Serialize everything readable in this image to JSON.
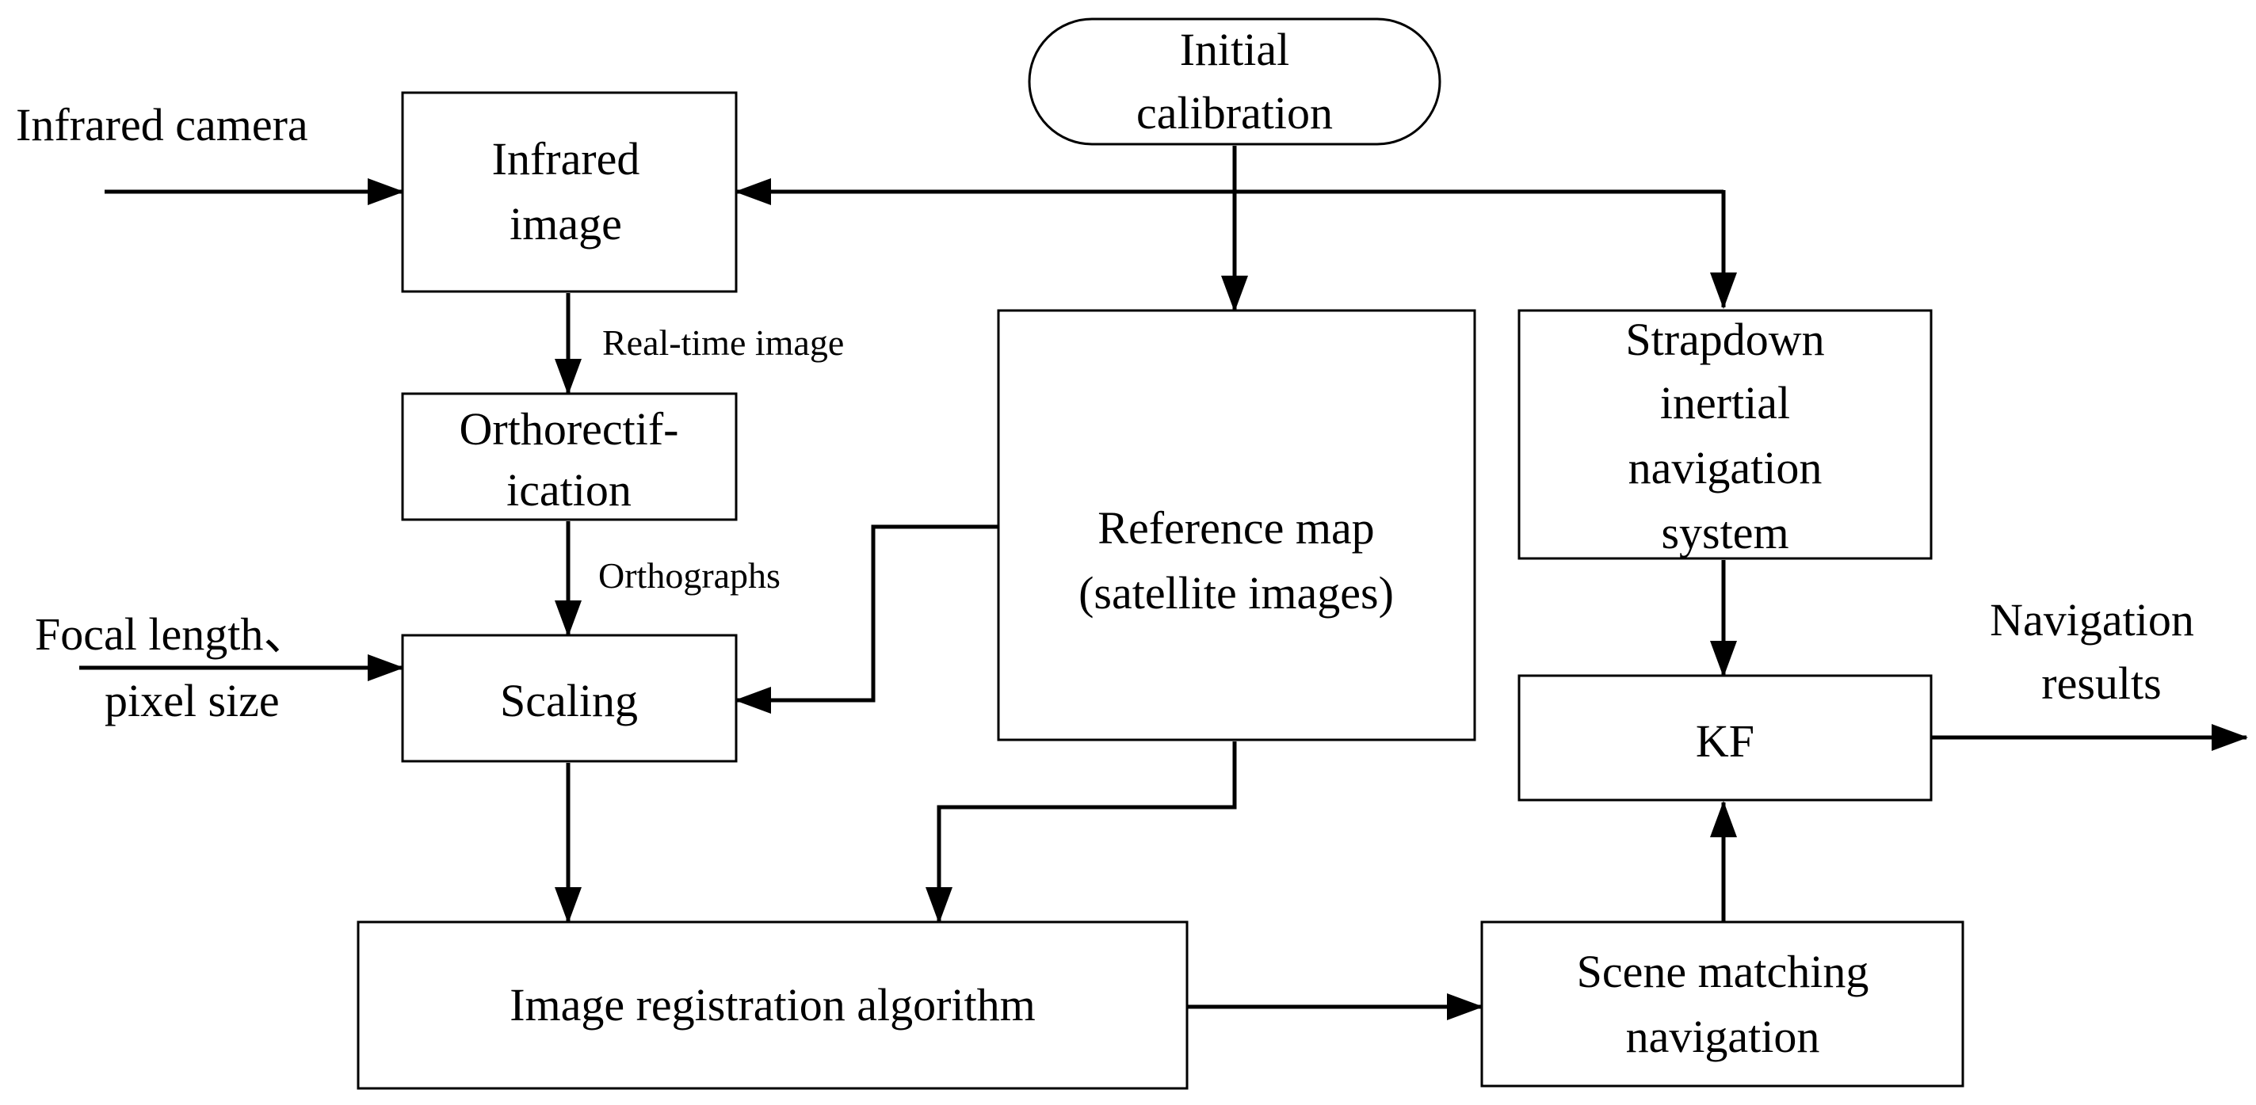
{
  "colors": {
    "line": "#000000",
    "background": "#ffffff"
  },
  "nodes": {
    "initial_calibration": {
      "lines": [
        "Initial",
        "calibration"
      ]
    },
    "infrared_image": {
      "lines": [
        "Infrared",
        "image"
      ]
    },
    "orthorectification": {
      "lines": [
        "Orthorectif-",
        "ication"
      ]
    },
    "scaling": {
      "lines": [
        "Scaling"
      ]
    },
    "reference_map": {
      "lines": [
        "Reference map",
        "(satellite images)"
      ]
    },
    "strapdown": {
      "lines": [
        "Strapdown",
        "inertial",
        "navigation",
        "system"
      ]
    },
    "kf": {
      "lines": [
        "KF"
      ]
    },
    "image_registration": {
      "lines": [
        "Image registration algorithm"
      ]
    },
    "scene_matching": {
      "lines": [
        "Scene matching",
        "navigation"
      ]
    }
  },
  "inputs": {
    "infrared_camera": "Infrared camera",
    "focal_length": "Focal length、",
    "pixel_size": "pixel size"
  },
  "outputs": {
    "navigation_results": [
      "Navigation",
      "results"
    ]
  },
  "edge_labels": {
    "real_time_image": "Real-time image",
    "orthographs": "Orthographs"
  }
}
